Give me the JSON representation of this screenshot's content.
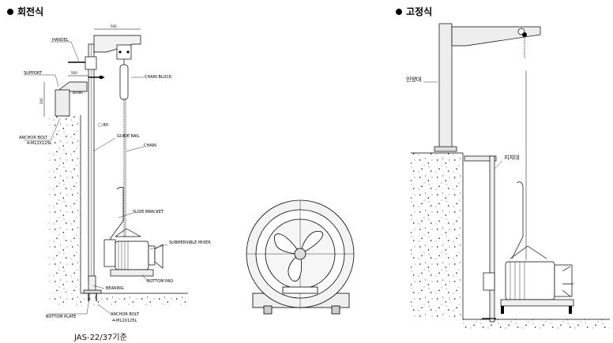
{
  "headers": {
    "left": "회전식",
    "right": "고정식"
  },
  "caption": "JAS-22/37기준",
  "left_labels": {
    "handel": "HANDEL",
    "support": "SUPPORT",
    "chain_block": "CHAIN BLOCK",
    "anchor_bolt_top": "ANCHOR BOLT",
    "anchor_bolt_top_spec": "4-M12X125L",
    "guide_rail": "GUIDE RAIL",
    "chain": "CHAIN",
    "slide_bracket": "SLIDE BRACKET",
    "submersible_mixer": "SUBMERSIBLE MIXER",
    "bottom_pad": "BOTTOM PAD",
    "bearing": "BEARING",
    "bottom_plate": "BOTTOM PLATE",
    "anchor_bolt_bottom": "ANCHOR BOLT",
    "anchor_bolt_bottom_spec": "4-M12X125L"
  },
  "dimensions": {
    "top_width": "500",
    "support_width": "500",
    "support_section": "80X80",
    "support_height": "200",
    "rail_size": "□-80"
  },
  "right_labels": {
    "hoist_column": "인양대",
    "support_post": "지지대"
  }
}
